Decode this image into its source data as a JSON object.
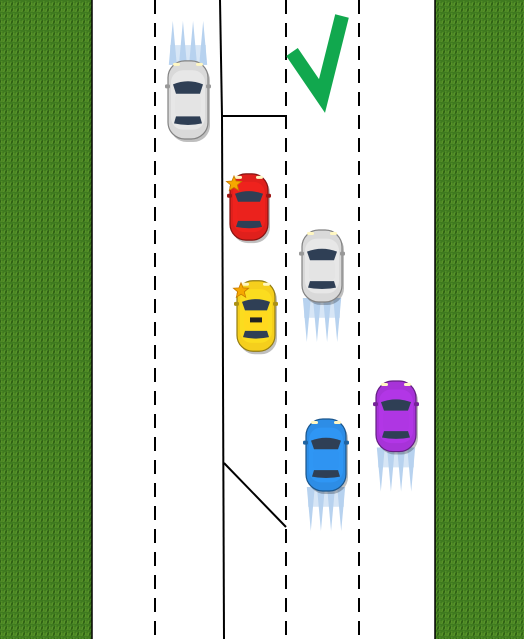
{
  "scene": {
    "lanes": [
      "left-lane",
      "median-lane",
      "right-lane",
      "far-right-lane"
    ],
    "colors": {
      "grass": "#3f7a1f",
      "grass_dark": "#2b5a12",
      "road": "#ffffff",
      "marking": "#000000",
      "check": "#11a84e",
      "exhaust": "#9fc3ea",
      "window": "#2f3f55"
    },
    "icons": [
      "check-mark-icon",
      "star-icon"
    ]
  },
  "cars": [
    {
      "name": "car-silver-top",
      "color": "#d9d9d9",
      "moving": true,
      "exhaust": "front",
      "star": false
    },
    {
      "name": "car-red",
      "color": "#e0201c",
      "moving": false,
      "exhaust": null,
      "star": true
    },
    {
      "name": "car-yellow",
      "color": "#f5cf1d",
      "moving": false,
      "exhaust": null,
      "star": true
    },
    {
      "name": "car-silver-middle",
      "color": "#d9d9d9",
      "moving": true,
      "exhaust": "rear",
      "star": false
    },
    {
      "name": "car-purple",
      "color": "#a733d8",
      "moving": true,
      "exhaust": "rear",
      "star": false
    },
    {
      "name": "car-blue",
      "color": "#2d8de6",
      "moving": true,
      "exhaust": "rear",
      "star": false
    }
  ]
}
